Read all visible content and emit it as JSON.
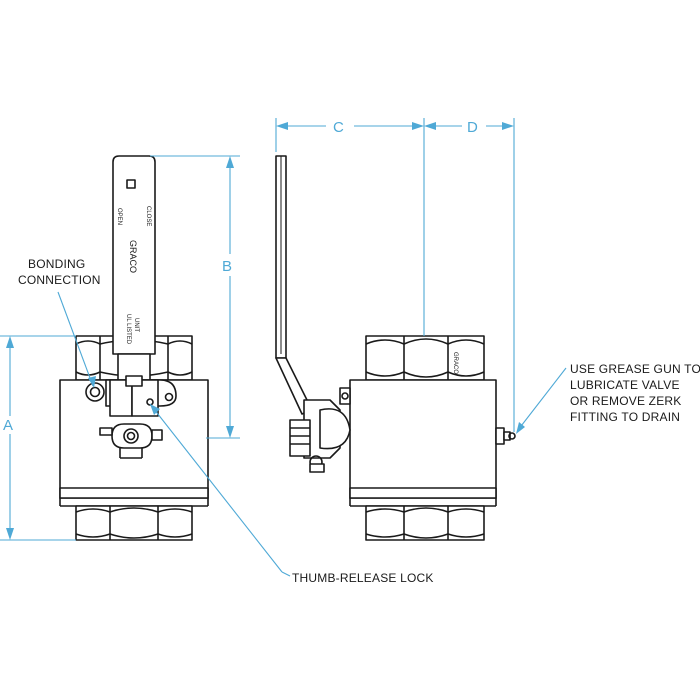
{
  "dimensions": {
    "a": "A",
    "b": "B",
    "c": "C",
    "d": "D"
  },
  "callouts": {
    "bonding_line1": "BONDING",
    "bonding_line2": "CONNECTION",
    "thumb_release": "THUMB-RELEASE LOCK",
    "grease_line1": "USE GREASE GUN TO",
    "grease_line2": "LUBRICATE VALVE",
    "grease_line3": "OR REMOVE ZERK",
    "grease_line4": "FITTING TO DRAIN"
  },
  "handle_markings": {
    "open": "OPEN",
    "close": "CLOSE",
    "brand": "GRACO",
    "ul_listed_line1": "UL LISTED",
    "ul_listed_line2": "UNIT",
    "body_brand": "GRACO"
  },
  "colors": {
    "ink": "#1a1a1a",
    "dimension_lines": "#4fa9d6",
    "background": "#ffffff"
  }
}
